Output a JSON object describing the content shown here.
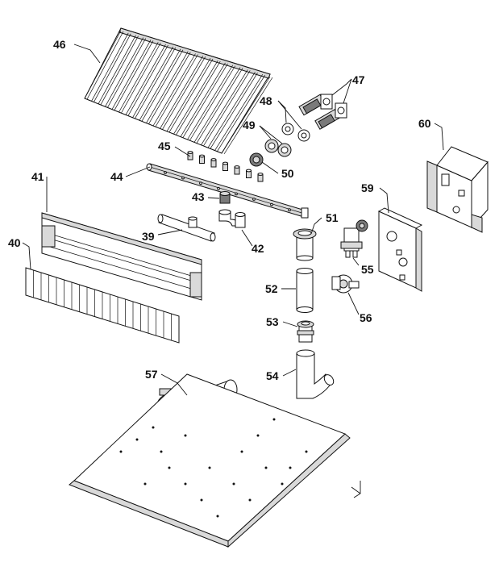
{
  "callouts": {
    "c39": "39",
    "c40": "40",
    "c41": "41",
    "c42": "42",
    "c43": "43",
    "c44": "44",
    "c45": "45",
    "c46": "46",
    "c47": "47",
    "c48": "48",
    "c49": "49",
    "c50": "50",
    "c51": "51",
    "c52": "52",
    "c53": "53",
    "c54": "54",
    "c55": "55",
    "c56": "56",
    "c57": "57",
    "c59": "59",
    "c60": "60"
  }
}
